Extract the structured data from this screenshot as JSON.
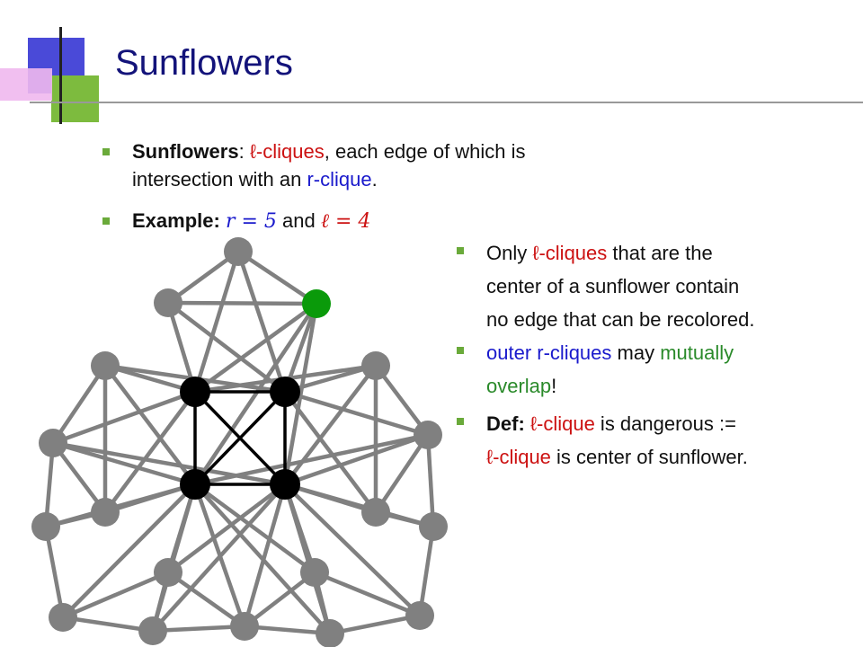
{
  "slide": {
    "title": "Sunflowers",
    "accent": {
      "blue": "#4a4ad8",
      "green": "#7dbb3e",
      "pink": "#f0b8ee",
      "title": "#13137a"
    }
  },
  "bullets_left": {
    "b1": {
      "head": "Sunflowers",
      "colon": ": ",
      "ell_cliques": "ℓ-cliques",
      "rest1": ", each edge of which is",
      "rest2": "intersection with an ",
      "r_clique": "r-clique",
      "period": "."
    },
    "b2": {
      "head": "Example:",
      "r_eq": "r = 5",
      "and": " and ",
      "ell_eq": "ℓ = 4"
    }
  },
  "bullets_right": {
    "b3": {
      "only": "Only ",
      "ell_cliques": "ℓ-cliques",
      "line1_rest": " that are the",
      "line2": "center of a sunflower contain",
      "line3": "no edge that can be recolored."
    },
    "b4": {
      "outer": "outer ",
      "r_cliques": "r-cliques",
      "may": " may ",
      "mutually": "mutually",
      "overlap": "overlap",
      "bang": "!"
    },
    "b5": {
      "def": "Def: ",
      "ell_clique": "ℓ-clique",
      "is_dangerous": " is dangerous :=",
      "ell_clique2": "ℓ-clique",
      "is_center": " is center of sunflower."
    }
  },
  "graph": {
    "colors": {
      "outer": "#808080",
      "center": "#000000",
      "highlight": "#0a9a0a",
      "edge": "#808080"
    },
    "center_nodes": [
      "c1",
      "c2",
      "c3",
      "c4"
    ],
    "outer_nodes": [
      "o1",
      "o2",
      "o3",
      "o4",
      "o5",
      "o6",
      "o7",
      "o8",
      "o9",
      "o10",
      "o11",
      "o12",
      "o13",
      "o14",
      "o15",
      "o16",
      "o17",
      "o18",
      "o19",
      "o20"
    ],
    "highlight_node": "o3"
  }
}
